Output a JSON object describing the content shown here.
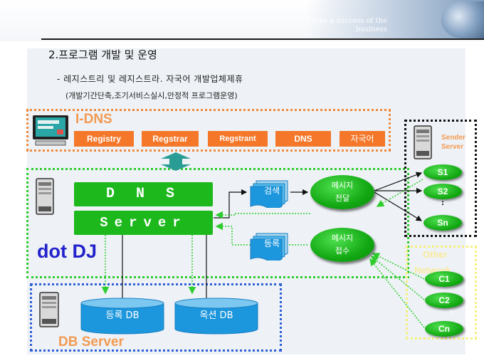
{
  "banner": {
    "slogan_line1": "Make a success of the",
    "slogan_line2": "business"
  },
  "page": {
    "title": "2.프로그램 개발 및 운영",
    "subtitle": "- 레지스트리 및 레지스트라. 자국어 개발업체제휴",
    "note": "(개발기간단축,조기서비스실시,안정적 프로그램운영)"
  },
  "idns": {
    "title": "I-DNS",
    "buttons": [
      "Registry",
      "Regstrar",
      "Regstrant",
      "DNS",
      "자국어"
    ]
  },
  "main": {
    "dns_label": "D N S",
    "server_label": "Server",
    "brand": "dot DJ",
    "doc_search": "검색",
    "doc_register": "등록",
    "msg_send_l1": "메시지",
    "msg_send_l2": "전달",
    "msg_recv_l1": "메시지",
    "msg_recv_l2": "접수"
  },
  "db": {
    "db1": "등록 DB",
    "db2": "옥션 DB",
    "label": "DB Server"
  },
  "sender": {
    "label_l1": "Sender",
    "label_l2": "Server",
    "nodes": [
      "S1",
      "S2",
      "Sn"
    ],
    "ellipsis": ":"
  },
  "other": {
    "label_l1": "Other",
    "label_l2": "Network",
    "nodes": [
      "C1",
      "C2",
      "Cn"
    ],
    "ellipsis": ":"
  },
  "colors": {
    "orange": "#f4772a",
    "green": "#1cb81c",
    "blue_text": "#2222cc",
    "db_blue": "#2f5fd8"
  }
}
